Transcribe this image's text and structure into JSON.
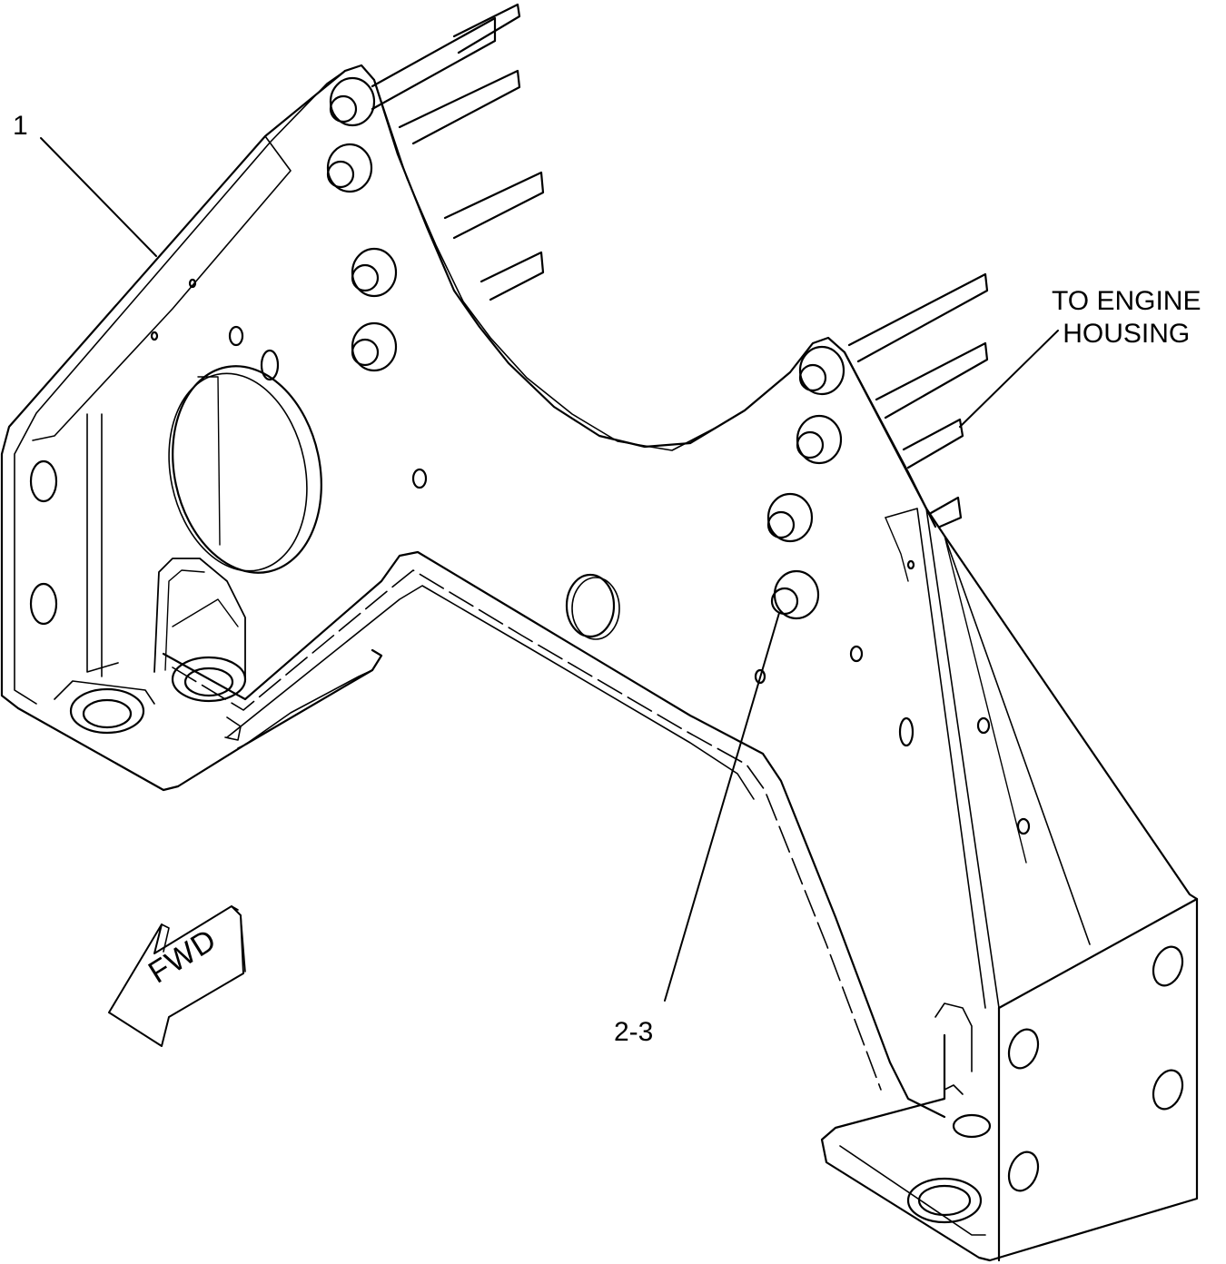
{
  "figure": {
    "callouts": {
      "item_1": "1",
      "item_2_3": "2-3",
      "engine_line1": "TO ENGINE",
      "engine_line2": "HOUSING"
    },
    "direction_arrow": {
      "label": "FWD"
    }
  }
}
